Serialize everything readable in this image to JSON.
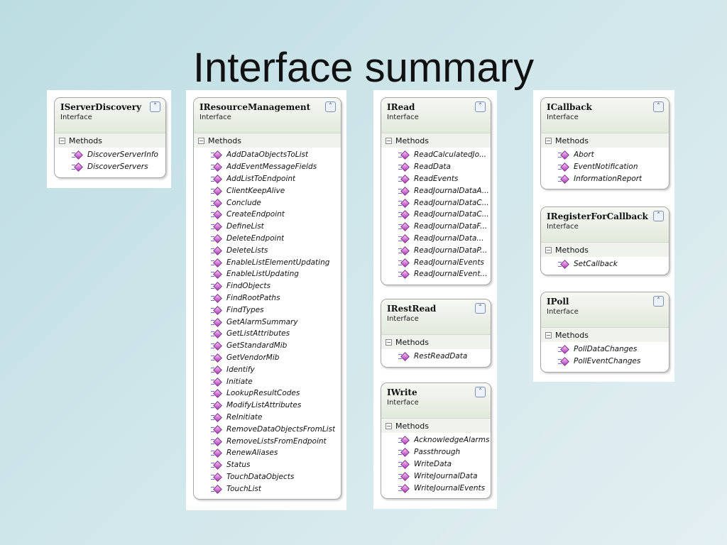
{
  "title": "Interface summary",
  "diagram": {
    "section_label": "Methods",
    "interfaces": [
      {
        "id": "iserverdiscovery",
        "name": "IServerDiscovery",
        "stereotype": "Interface",
        "methods": [
          "DiscoverServerInfo",
          "DiscoverServers"
        ]
      },
      {
        "id": "iresourcemanagement",
        "name": "IResourceManagement",
        "stereotype": "Interface",
        "methods": [
          "AddDataObjectsToList",
          "AddEventMessageFields",
          "AddListToEndpoint",
          "ClientKeepAlive",
          "Conclude",
          "CreateEndpoint",
          "DefineList",
          "DeleteEndpoint",
          "DeleteLists",
          "EnableListElementUpdating",
          "EnableListUpdating",
          "FindObjects",
          "FindRootPaths",
          "FindTypes",
          "GetAlarmSummary",
          "GetListAttributes",
          "GetStandardMib",
          "GetVendorMib",
          "Identify",
          "Initiate",
          "LookupResultCodes",
          "ModifyListAttributes",
          "ReInitiate",
          "RemoveDataObjectsFromList",
          "RemoveListsFromEndpoint",
          "RenewAliases",
          "Status",
          "TouchDataObjects",
          "TouchList"
        ]
      },
      {
        "id": "iread",
        "name": "IRead",
        "stereotype": "Interface",
        "methods": [
          "ReadCalculatedJo...",
          "ReadData",
          "ReadEvents",
          "ReadJournalDataA...",
          "ReadJournalDataC...",
          "ReadJournalDataC...",
          "ReadJournalDataF...",
          "ReadJournalData...",
          "ReadJournalDataP...",
          "ReadJournalEvents",
          "ReadJournalEvent..."
        ]
      },
      {
        "id": "irestread",
        "name": "IRestRead",
        "stereotype": "Interface",
        "methods": [
          "RestReadData"
        ]
      },
      {
        "id": "iwrite",
        "name": "IWrite",
        "stereotype": "Interface",
        "methods": [
          "AcknowledgeAlarms",
          "Passthrough",
          "WriteData",
          "WriteJournalData",
          "WriteJournalEvents"
        ]
      },
      {
        "id": "icallback",
        "name": "ICallback",
        "stereotype": "Interface",
        "methods": [
          "Abort",
          "EventNotification",
          "InformationReport"
        ]
      },
      {
        "id": "iregisterforcallback",
        "name": "IRegisterForCallback",
        "stereotype": "Interface",
        "methods": [
          "SetCallback"
        ]
      },
      {
        "id": "ipoll",
        "name": "IPoll",
        "stereotype": "Interface",
        "methods": [
          "PollDataChanges",
          "PollEventChanges"
        ]
      }
    ]
  }
}
